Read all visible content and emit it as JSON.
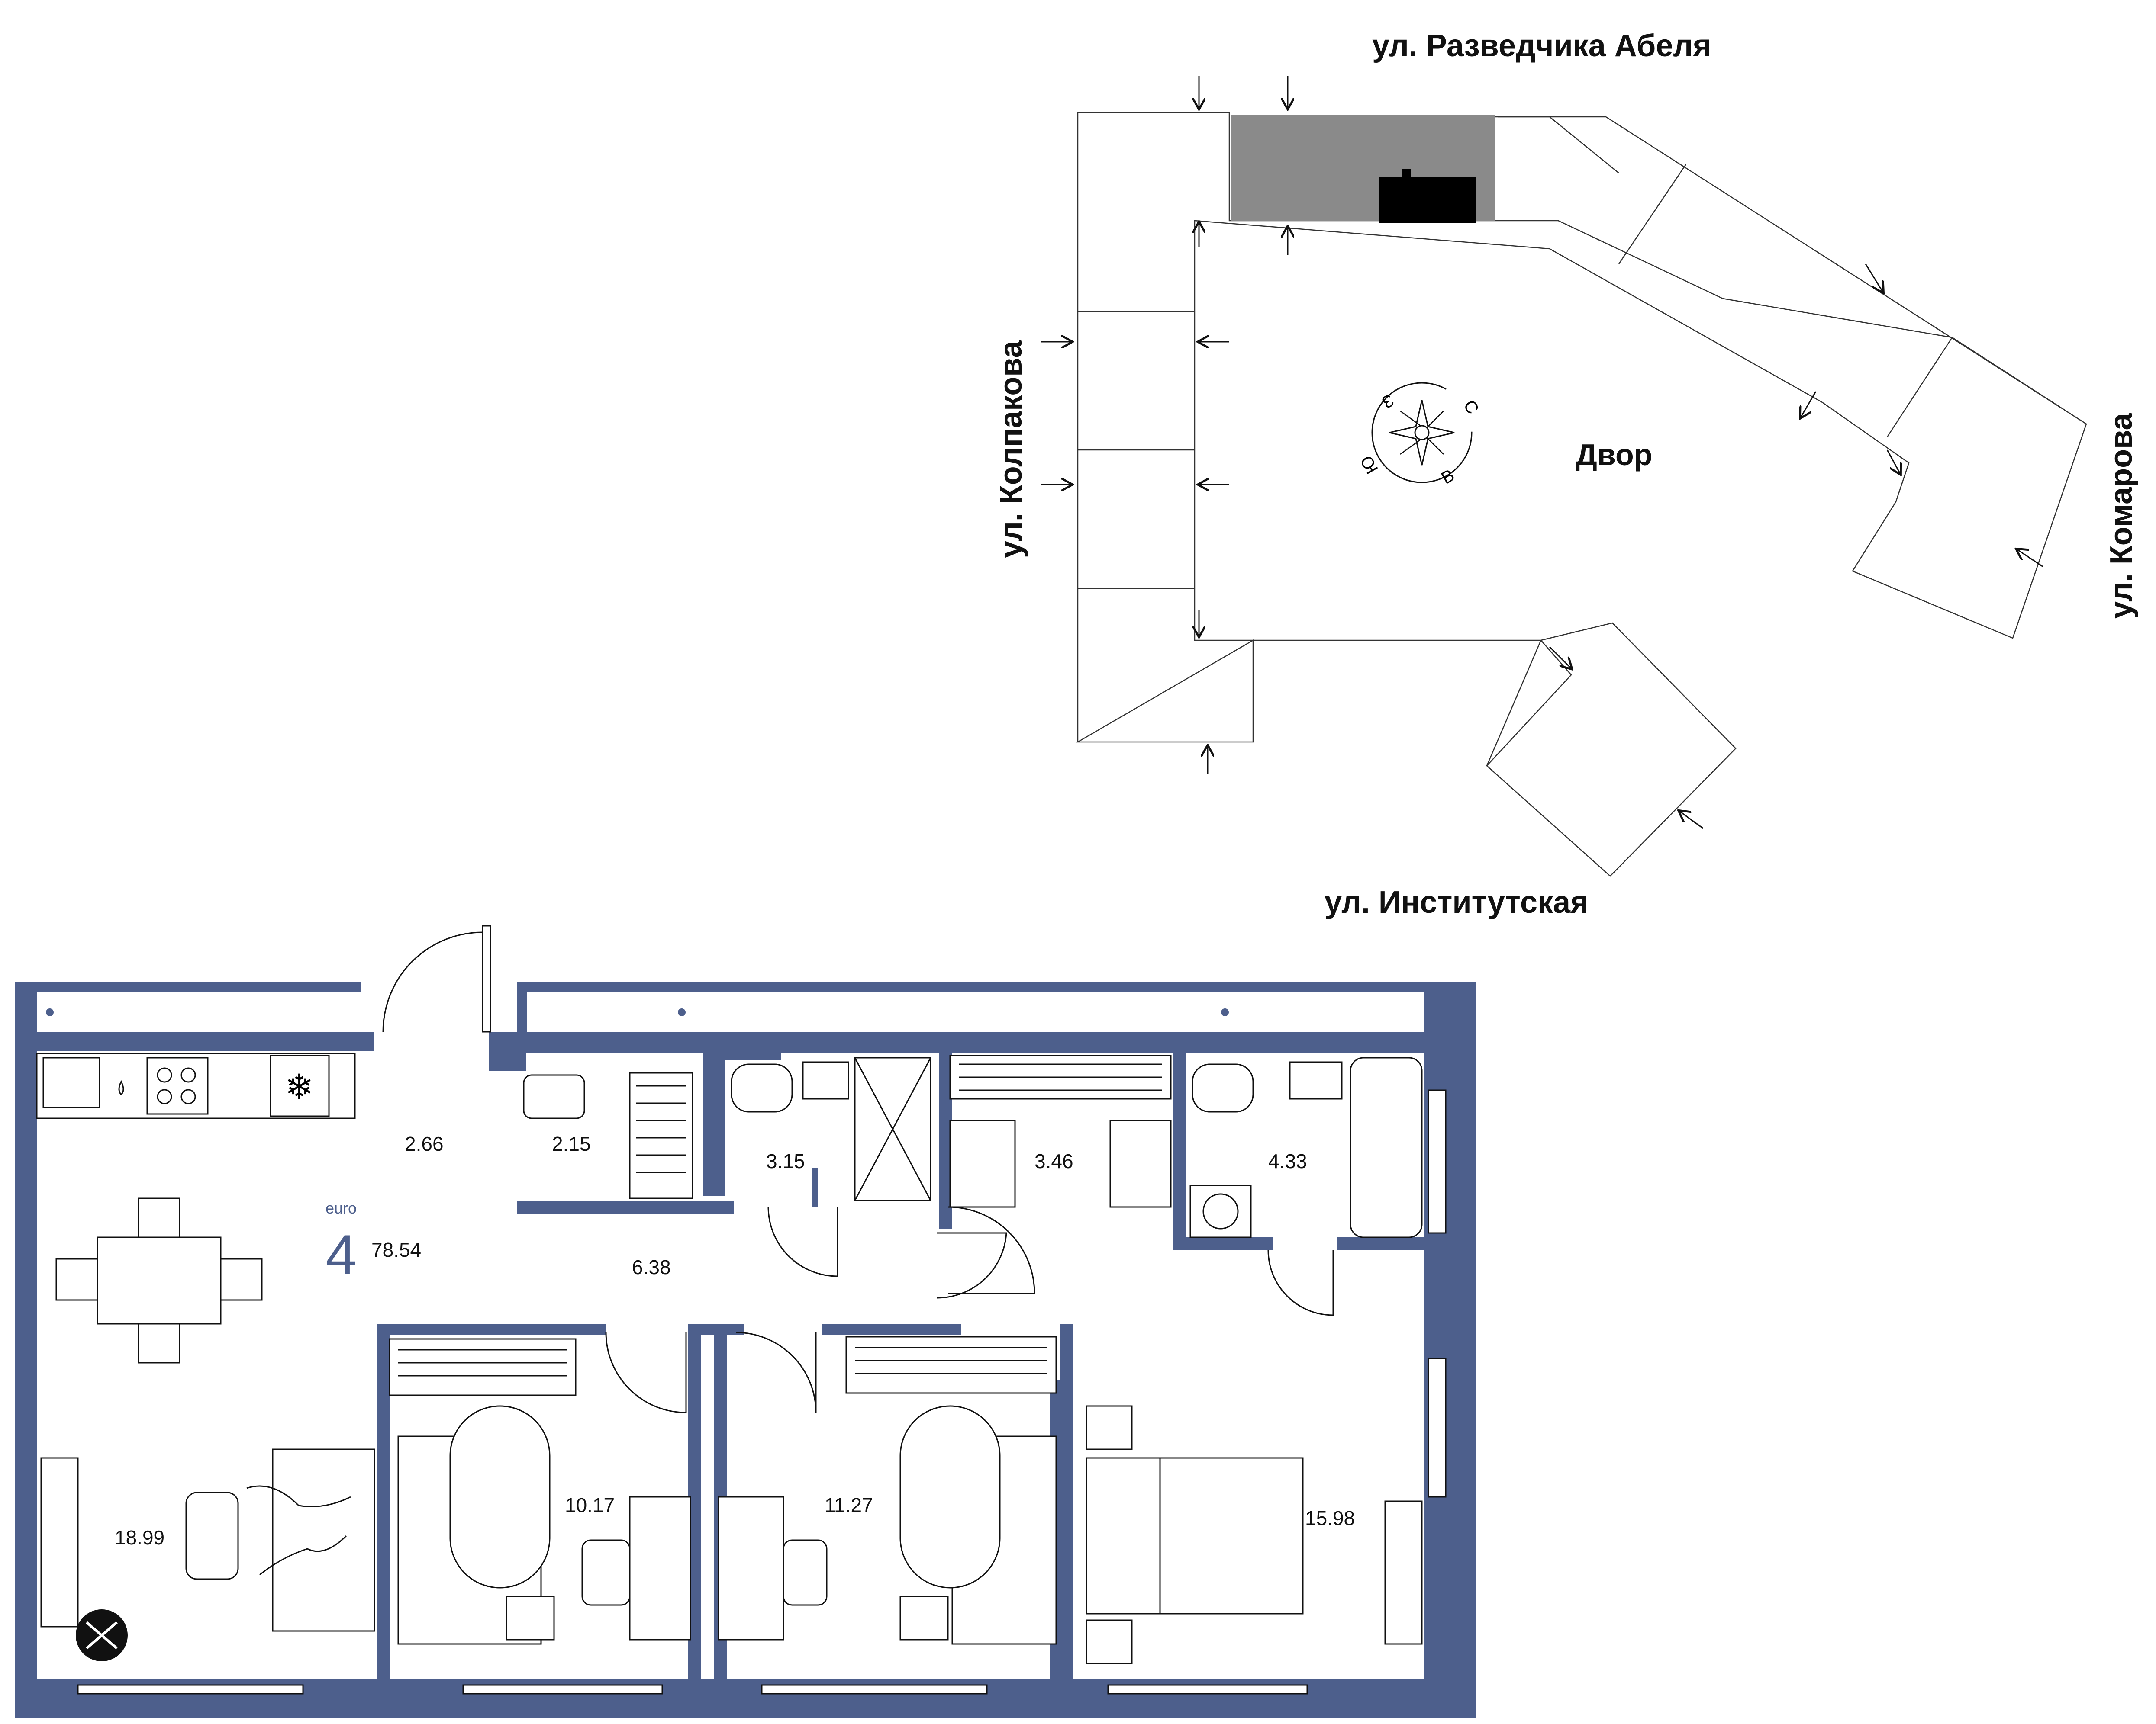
{
  "site_plan": {
    "streets": {
      "north": "ул. Разведчика Абеля",
      "west": "ул. Колпакова",
      "east": "ул. Комарова",
      "south": "ул. Институтская"
    },
    "courtyard": "Двор",
    "compass": [
      "С",
      "В",
      "Ю",
      "З"
    ],
    "colors": {
      "highlight_section": "#8a8a8a",
      "current_unit": "#000000"
    }
  },
  "apartment": {
    "class_label": "euro",
    "rooms_count": "4",
    "total_area": "78.54",
    "wall_color": "#4d5f8c"
  },
  "rooms": {
    "hall": "2.66",
    "wardrobe": "2.15",
    "bath_small": "3.15",
    "laundry": "3.46",
    "bath_large": "4.33",
    "corridor": "6.38",
    "living_kitchen": "18.99",
    "bedroom_1": "10.17",
    "bedroom_2": "11.27",
    "bedroom_master": "15.98"
  }
}
